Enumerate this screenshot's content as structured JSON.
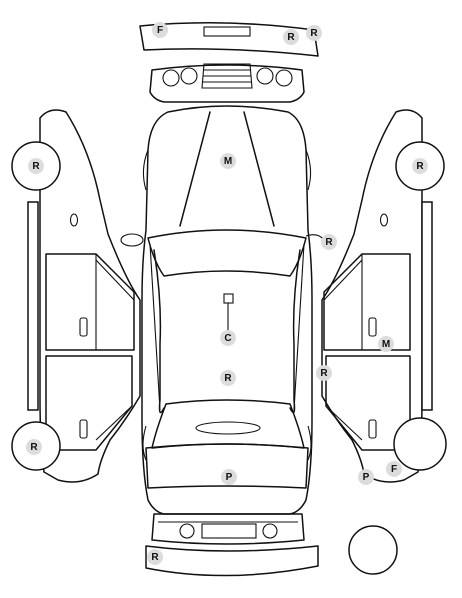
{
  "diagram": {
    "markers": [
      {
        "id": "front-bumper-left",
        "code": "F"
      },
      {
        "id": "front-bumper-mid",
        "code": "R"
      },
      {
        "id": "front-bumper-right",
        "code": "R"
      },
      {
        "id": "hood",
        "code": "M"
      },
      {
        "id": "left-front-wheel",
        "code": "R"
      },
      {
        "id": "right-front-wheel",
        "code": "R"
      },
      {
        "id": "right-mirror",
        "code": "R"
      },
      {
        "id": "roof",
        "code": "C"
      },
      {
        "id": "cabin",
        "code": "R"
      },
      {
        "id": "right-front-door",
        "code": "M"
      },
      {
        "id": "right-rear-door",
        "code": "R"
      },
      {
        "id": "left-rear-wheel",
        "code": "R"
      },
      {
        "id": "trunk",
        "code": "P"
      },
      {
        "id": "right-rear-quarter",
        "code": "P"
      },
      {
        "id": "right-rear-wheel",
        "code": "F"
      },
      {
        "id": "rear-bumper",
        "code": "R"
      }
    ]
  }
}
